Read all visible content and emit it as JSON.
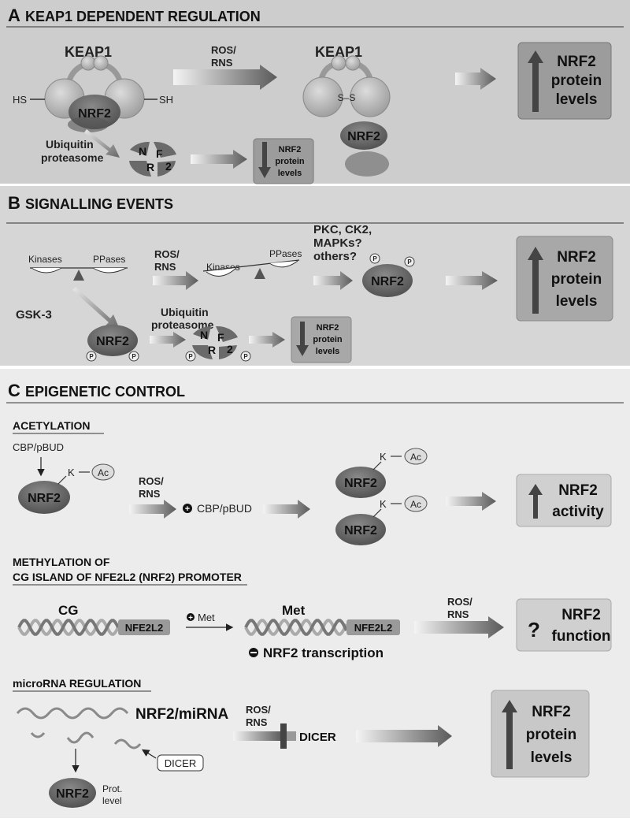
{
  "panelA": {
    "letter": "A",
    "title": "KEAP1 DEPENDENT REGULATION",
    "keap1_left": "KEAP1",
    "hs": "HS",
    "sh": "SH",
    "nrf2": "NRF2",
    "ros_line1": "ROS/",
    "ros_line2": "RNS",
    "keap1_right": "KEAP1",
    "s_bond": "S–S",
    "nrf2_free": "NRF2",
    "ubiquitin_line1": "Ubiquitin",
    "ubiquitin_line2": "proteasome",
    "frag_letters": [
      "N",
      "R",
      "F",
      "2"
    ],
    "down_box": [
      "NRF2",
      "protein",
      "levels"
    ],
    "up_box": [
      "NRF2",
      "protein",
      "levels"
    ]
  },
  "panelB": {
    "letter": "B",
    "title": "SIGNALLING EVENTS",
    "kinases1": "Kinases",
    "ppases1": "PPases",
    "ros_line1": "ROS/",
    "ros_line2": "RNS",
    "kinases2": "Kinases",
    "ppases2": "PPases",
    "pkc": [
      "PKC, CK2,",
      "MAPKs?",
      "others?"
    ],
    "nrf2_p": "NRF2",
    "p": "P",
    "gsk3": "GSK-3",
    "nrf2_gsk": "NRF2",
    "ubiquitin_line1": "Ubiquitin",
    "ubiquitin_line2": "proteasome",
    "frag_letters": [
      "N",
      "R",
      "F",
      "2"
    ],
    "down_box": [
      "NRF2",
      "protein",
      "levels"
    ],
    "up_box": [
      "NRF2",
      "protein",
      "levels"
    ]
  },
  "panelC": {
    "letter": "C",
    "title": "EPIGENETIC CONTROL",
    "acetylation": {
      "heading": "ACETYLATION",
      "cbp": "CBP/pBUD",
      "k": "K",
      "ac": "Ac",
      "nrf2": "NRF2",
      "ros_line1": "ROS/",
      "ros_line2": "RNS",
      "plus_cbp": "CBP/pBUD",
      "box": [
        "NRF2",
        "activity"
      ]
    },
    "methylation": {
      "heading_line1": "METHYLATION OF",
      "heading_line2": "CG ISLAND OF NFE2L2 (NRF2) PROMOTER",
      "cg": "CG",
      "nfe2l2": "NFE2L2",
      "met_arrow": "Met",
      "met": "Met",
      "nfe2l2_right": "NFE2L2",
      "transcription": "NRF2 transcription",
      "ros_line1": "ROS/",
      "ros_line2": "RNS",
      "q": "?",
      "box": [
        "NRF2",
        "function"
      ]
    },
    "microrna": {
      "heading": "microRNA REGULATION",
      "label": "NRF2/miRNA",
      "dicer_small": "DICER",
      "nrf2": "NRF2",
      "prot_line1": "Prot.",
      "prot_line2": "level",
      "ros_line1": "ROS/",
      "ros_line2": "RNS",
      "dicer": "DICER",
      "box": [
        "NRF2",
        "protein",
        "levels"
      ]
    }
  }
}
